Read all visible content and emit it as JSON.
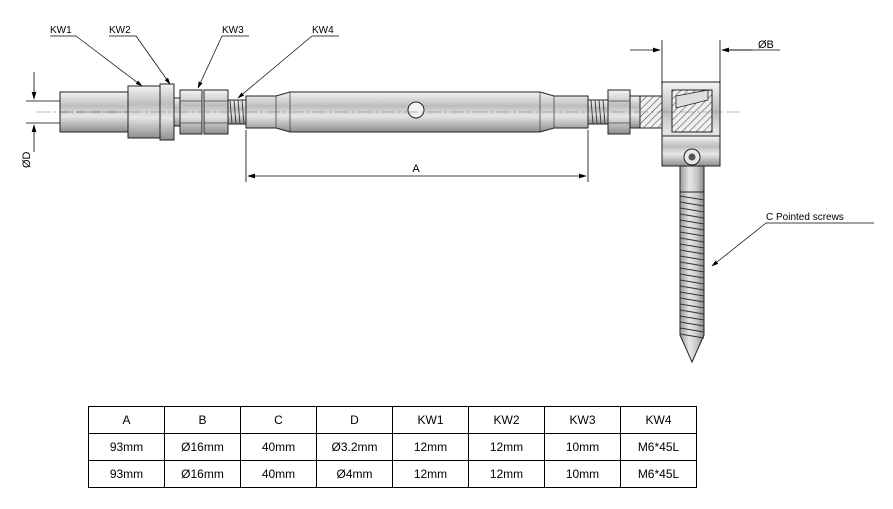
{
  "labels": {
    "kw1": "KW1",
    "kw2": "KW2",
    "kw3": "KW3",
    "kw4": "KW4",
    "dim_a": "A",
    "dim_b": "ØB",
    "dim_d": "ØD",
    "callout_c": "C  Pointed screws"
  },
  "table": {
    "headers": [
      "A",
      "B",
      "C",
      "D",
      "KW1",
      "KW2",
      "KW3",
      "KW4"
    ],
    "rows": [
      [
        "93mm",
        "Ø16mm",
        "40mm",
        "Ø3.2mm",
        "12mm",
        "12mm",
        "10mm",
        "M6*45L"
      ],
      [
        "93mm",
        "Ø16mm",
        "40mm",
        "Ø4mm",
        "12mm",
        "12mm",
        "10mm",
        "M6*45L"
      ]
    ]
  }
}
